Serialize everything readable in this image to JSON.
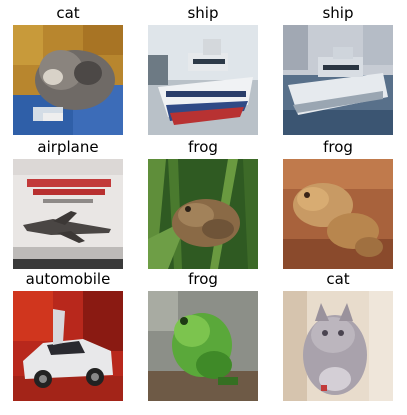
{
  "images": [
    {
      "label": "cat"
    },
    {
      "label": "ship"
    },
    {
      "label": "ship"
    },
    {
      "label": "airplane"
    },
    {
      "label": "frog"
    },
    {
      "label": "frog"
    },
    {
      "label": "automobile"
    },
    {
      "label": "frog"
    },
    {
      "label": "cat"
    }
  ]
}
